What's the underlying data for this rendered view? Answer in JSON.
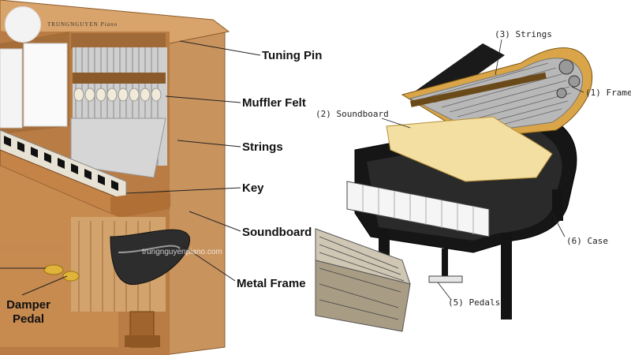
{
  "brand": {
    "name": "TRUNGNGUYEN",
    "suffix": "Piano",
    "watermark": "trungnguyenpiano.com"
  },
  "upright": {
    "labels": {
      "tuning_pin": "Tuning Pin",
      "muffler_felt": "Muffler Felt",
      "strings": "Strings",
      "key": "Key",
      "soundboard": "Soundboard",
      "metal_frame": "Metal Frame",
      "damper_pedal": "Damper Pedal"
    }
  },
  "grand": {
    "labels": {
      "strings": "(3) Strings",
      "frame": "(1) Frame",
      "soundboard": "(2) Soundboard",
      "case": "(6) Case",
      "pedals": "(5) Pedals"
    }
  }
}
